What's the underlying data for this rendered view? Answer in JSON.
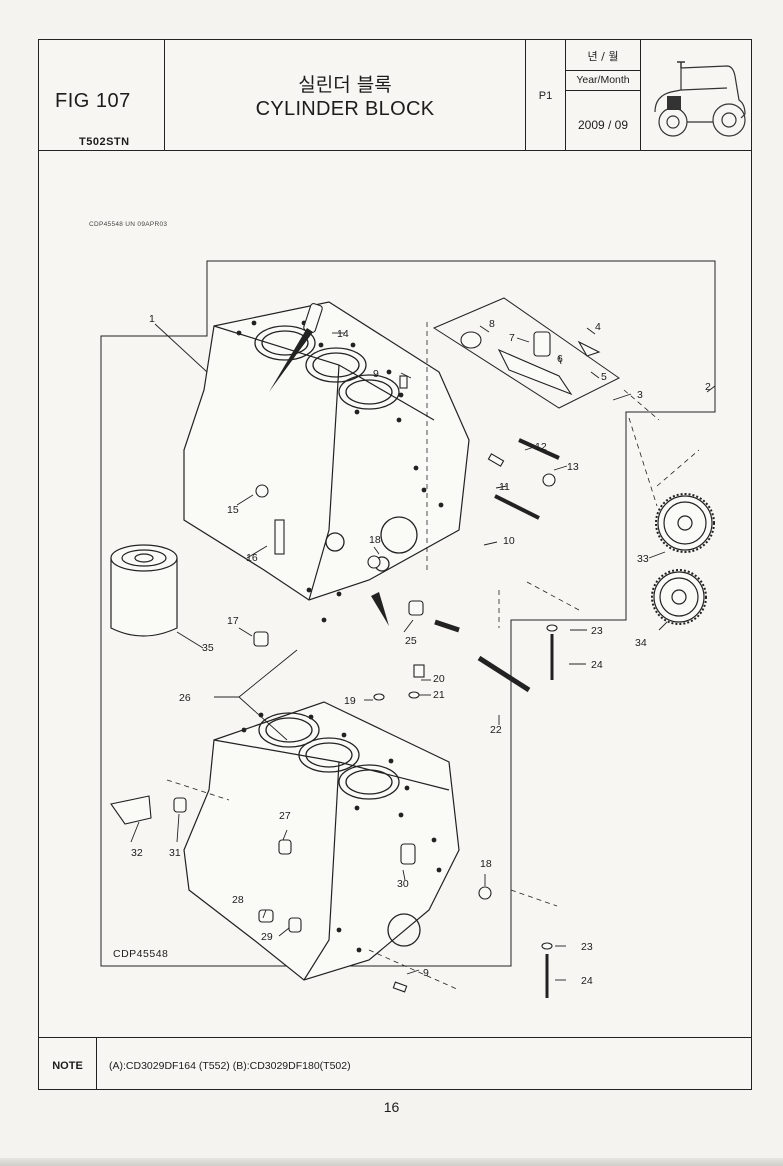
{
  "header": {
    "fig_number": "FIG 107",
    "model": "T502STN",
    "title_korean": "실린더 블록",
    "title_english": "CYLINDER BLOCK",
    "page": "P1",
    "date_label_korean": "년 / 월",
    "date_label_english": "Year/Month",
    "date_value": "2009 / 09",
    "thumbnail_icon": "tractor-icon"
  },
  "diagram": {
    "code_small": "CDP45548     UN 09APR03",
    "code_large": "CDP45548",
    "callouts": [
      "1",
      "2",
      "3",
      "4",
      "5",
      "6",
      "7",
      "8",
      "9",
      "10",
      "11",
      "12",
      "13",
      "14",
      "15",
      "16",
      "17",
      "18",
      "19",
      "20",
      "21",
      "22",
      "23",
      "24",
      "25",
      "26",
      "27",
      "28",
      "29",
      "30",
      "31",
      "32",
      "33",
      "34",
      "35",
      "18",
      "9",
      "23",
      "24"
    ]
  },
  "note": {
    "label": "NOTE",
    "text": "(A):CD3029DF164 (T552)  (B):CD3029DF180(T502)"
  },
  "footer": {
    "page_number": "16"
  }
}
